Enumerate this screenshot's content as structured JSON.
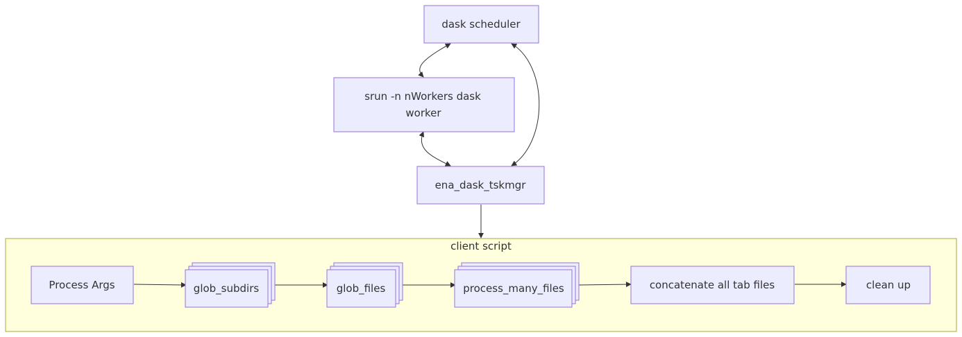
{
  "diagram": {
    "type": "flowchart",
    "colors": {
      "node_fill": "#ECECFF",
      "node_stroke": "#9370DB",
      "subgraph_fill": "#ffffde",
      "subgraph_stroke": "#aaaa33",
      "edge": "#333333",
      "text": "#333333"
    },
    "nodes": {
      "scheduler": "dask scheduler",
      "worker_line1": "srun -n nWorkers dask",
      "worker_line2": "worker",
      "tskmgr": "ena_dask_tskmgr",
      "process_args": "Process Args",
      "glob_subdirs": "glob_subdirs",
      "glob_files": "glob_files",
      "process_many_files": "process_many_files",
      "concatenate": "concatenate all tab files",
      "clean_up": "clean up"
    },
    "subgraph": {
      "title": "client script"
    },
    "edges": [
      {
        "from": "dask scheduler",
        "to": "srun -n nWorkers dask worker",
        "bidirectional": true
      },
      {
        "from": "srun -n nWorkers dask worker",
        "to": "ena_dask_tskmgr",
        "bidirectional": true
      },
      {
        "from": "dask scheduler",
        "to": "ena_dask_tskmgr",
        "bidirectional": true
      },
      {
        "from": "ena_dask_tskmgr",
        "to": "client script",
        "bidirectional": false
      },
      {
        "from": "Process Args",
        "to": "glob_subdirs",
        "bidirectional": false
      },
      {
        "from": "glob_subdirs",
        "to": "glob_files",
        "bidirectional": false
      },
      {
        "from": "glob_files",
        "to": "process_many_files",
        "bidirectional": false
      },
      {
        "from": "process_many_files",
        "to": "concatenate all tab files",
        "bidirectional": false
      },
      {
        "from": "concatenate all tab files",
        "to": "clean up",
        "bidirectional": false
      }
    ]
  }
}
